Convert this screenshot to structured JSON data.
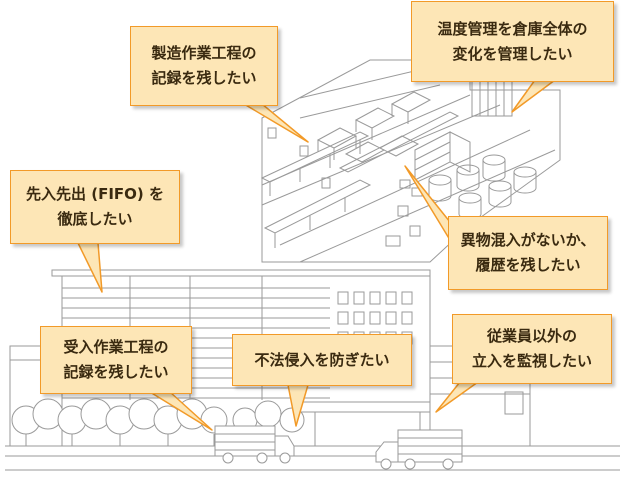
{
  "colors": {
    "callout_fill": "#fde6b6",
    "callout_border": "#f29a28",
    "line_art": "#9a9a9a"
  },
  "callouts": {
    "production": {
      "line1": "製造作業工程の",
      "line2": "記録を残したい"
    },
    "temperature": {
      "line1": "温度管理を倉庫全体の",
      "line2": "変化を管理したい"
    },
    "fifo": {
      "line1": "先入先出 (FIFO) を",
      "line2": "徹底したい"
    },
    "contamination": {
      "line1": "異物混入がないか、",
      "line2": "履歴を残したい"
    },
    "receiving": {
      "line1": "受入作業工程の",
      "line2": "記録を残したい"
    },
    "intrusion": {
      "line1": "不法侵入を防ぎたい"
    },
    "staff": {
      "line1": "従業員以外の",
      "line2": "立入を監視したい"
    }
  }
}
